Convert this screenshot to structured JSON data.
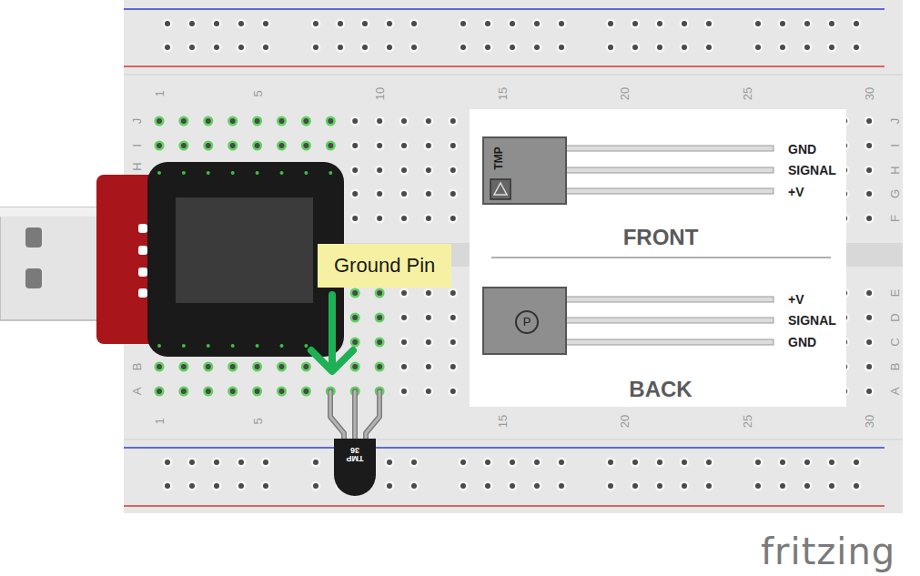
{
  "diagram": {
    "nodes": [
      {
        "text": [
          "FRONT",
          "BACK"
        ]
      },
      {
        "text": [
          "TMP"
        ],
        "in": 0
      },
      {
        "text": [
          "P"
        ],
        "in": 0
      },
      {
        "text": [
          "Ground Pin"
        ]
      },
      {
        "text": [
          "TMP 36"
        ]
      }
    ],
    "labels": [
      "1",
      "5",
      "10",
      "15",
      "20",
      "25",
      "30",
      "1",
      "5",
      "15",
      "20",
      "25",
      "30",
      "J",
      "I",
      "H",
      "B",
      "A",
      "J",
      "I",
      "H",
      "G",
      "F",
      "E",
      "D",
      "C",
      "B",
      "A",
      "GND",
      "SIGNAL",
      "+V",
      "+V",
      "SIGNAL",
      "GND",
      "fritzing"
    ]
  }
}
